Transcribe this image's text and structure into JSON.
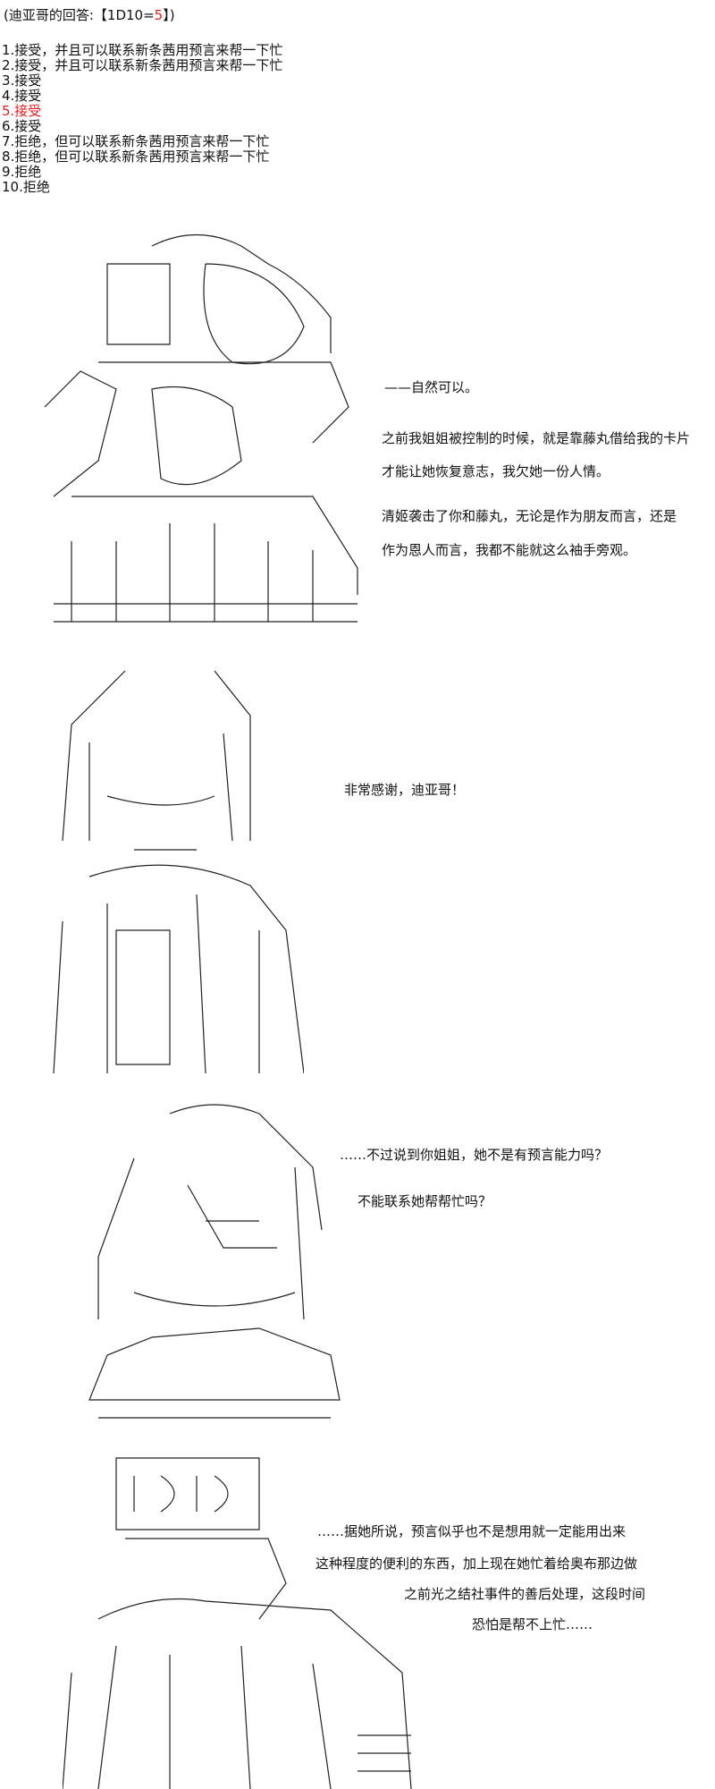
{
  "header": {
    "prefix": "(迪亚哥的回答:【1D10=",
    "roll": "5",
    "suffix": "】)"
  },
  "options": [
    "1.接受，并且可以联系新条茜用预言来帮一下忙",
    "2.接受，并且可以联系新条茜用预言来帮一下忙",
    "3.接受",
    "4.接受",
    "5.接受",
    "6.接受",
    "7.拒绝，但可以联系新条茜用预言来帮一下忙",
    "8.拒绝，但可以联系新条茜用预言来帮一下忙",
    "9.拒绝",
    "10.拒绝"
  ],
  "highlight_color": "#d22222",
  "panel1": [
    "——自然可以。",
    "之前我姐姐被控制的时候，就是靠藤丸借给我的卡片",
    "才能让她恢复意志，我欠她一份人情。",
    "清姬袭击了你和藤丸，无论是作为朋友而言，还是",
    "作为恩人而言，我都不能就这么袖手旁观。"
  ],
  "panel2": [
    "非常感谢，迪亚哥！"
  ],
  "panel3": [
    "……不过说到你姐姐，她不是有预言能力吗？",
    "不能联系她帮帮忙吗？"
  ],
  "panel4": [
    "……据她所说，预言似乎也不是想用就一定能用出来",
    "这种程度的便利的东西，加上现在她忙着给奥布那边做",
    "之前光之结社事件的善后处理，这段时间",
    "恐怕是帮不上忙……"
  ]
}
